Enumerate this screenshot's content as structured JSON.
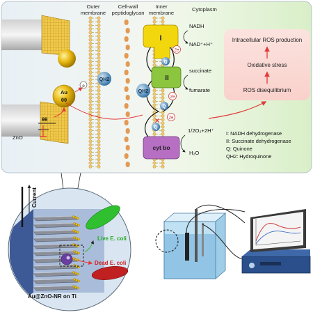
{
  "headers": {
    "outer_membrane": [
      "Outer",
      "membrane"
    ],
    "cell_wall": [
      "Cell-wall",
      "peptidoglycan"
    ],
    "inner_membrane": [
      "Inner",
      "membrane"
    ],
    "cytoplasm": "Cytoplasm"
  },
  "complex_labels": {
    "complex1": "I",
    "complex2": "II",
    "cytbo": "cyt bo",
    "qh2": "QH2",
    "q": "Q",
    "e": "2e",
    "e_single": "e",
    "au": "Au",
    "ee": "θθ",
    "zno": "ZnO"
  },
  "reactions": {
    "nadh": "NADH",
    "nad": "NAD⁺+H⁺",
    "succinate": "succinate",
    "fumarate": "fumarate",
    "o2": "1/2O₂+2H⁺",
    "h2o": "H₂O"
  },
  "ros_box": {
    "production": "Intracellular ROS production",
    "stress": "Oxidative stress",
    "disequilibrium": "ROS disequilibrium"
  },
  "legend": [
    "I: NADH dehydrogenase",
    "II: Succinate dehydrogenase",
    "Q: Quinone",
    "QH2: Hydroquinone"
  ],
  "bottom": {
    "current": "Current",
    "live": "Live E. coli",
    "dead": "Dead E. coli",
    "caption": "Au@ZnO-NR on Ti"
  },
  "colors": {
    "complex_yellow": "#f2d70f",
    "complex_green": "#8cc63f",
    "complex_purple": "#b76fc4",
    "quinone_blue": "#2f6fa5",
    "gold": "#e0b010",
    "ros_red": "#e23a3a",
    "live_green": "#2fbf2f",
    "dead_red": "#c02020"
  }
}
